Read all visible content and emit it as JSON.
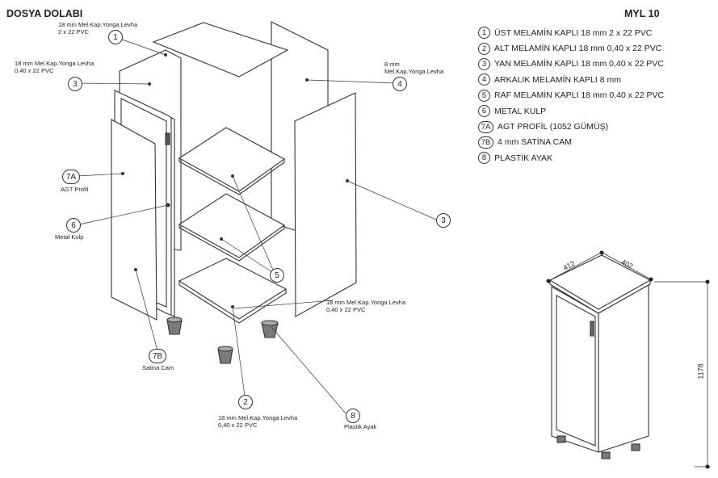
{
  "title": "DOSYA DOLABI",
  "model": "MYL 10",
  "legend": [
    {
      "no": "1",
      "text": "ÜST MELAMİN KAPLI 18 mm  2 x 22 PVC"
    },
    {
      "no": "2",
      "text": "ALT MELAMİN KAPLI 18 mm  0,40 x 22 PVC"
    },
    {
      "no": "3",
      "text": "YAN MELAMİN KAPLI 18 mm  0,40 x 22 PVC"
    },
    {
      "no": "4",
      "text": "ARKALIK MELAMİN KAPLI 8 mm"
    },
    {
      "no": "5",
      "text": "RAF MELAMİN KAPLI 18 mm  0,40 x 22 PVC"
    },
    {
      "no": "6",
      "text": "METAL KULP"
    },
    {
      "no": "7A",
      "text": "AGT PROFİL (1052 GÜMÜŞ)"
    },
    {
      "no": "7B",
      "text": "4 mm SATİNA CAM"
    },
    {
      "no": "8",
      "text": "PLASTİK AYAK"
    }
  ],
  "notes": {
    "top": [
      "18 mm Mel.Kap.Yonga Levha",
      "2 x 22 PVC"
    ],
    "side_left": [
      "18 mm Mel.Kap.Yonga Levha",
      "0,40 x 22 PVC"
    ],
    "back": [
      "8 mm",
      "Mel.Kap.Yonga Levha"
    ],
    "side_right": [
      "18 mm Mel.Kap.Yonga Levha",
      "0,40 x 22 PVC"
    ],
    "bottom": [
      "18 mm Mel.Kap.Yonga Levha",
      "0,40 x 22 PVC"
    ]
  },
  "captions": {
    "agt": "AGT Profil",
    "kulp": "Metal Kulp",
    "satina": "Satina Cam",
    "ayak": "Plastik Ayak"
  },
  "callouts": {
    "c1": "1",
    "c2": "2",
    "c3a": "3",
    "c3b": "3",
    "c4": "4",
    "c5": "5",
    "c6": "6",
    "c7a": "7A",
    "c7b": "7B",
    "c8": "8"
  },
  "dimensions": {
    "width": "412",
    "depth": "402",
    "height": "1178"
  }
}
